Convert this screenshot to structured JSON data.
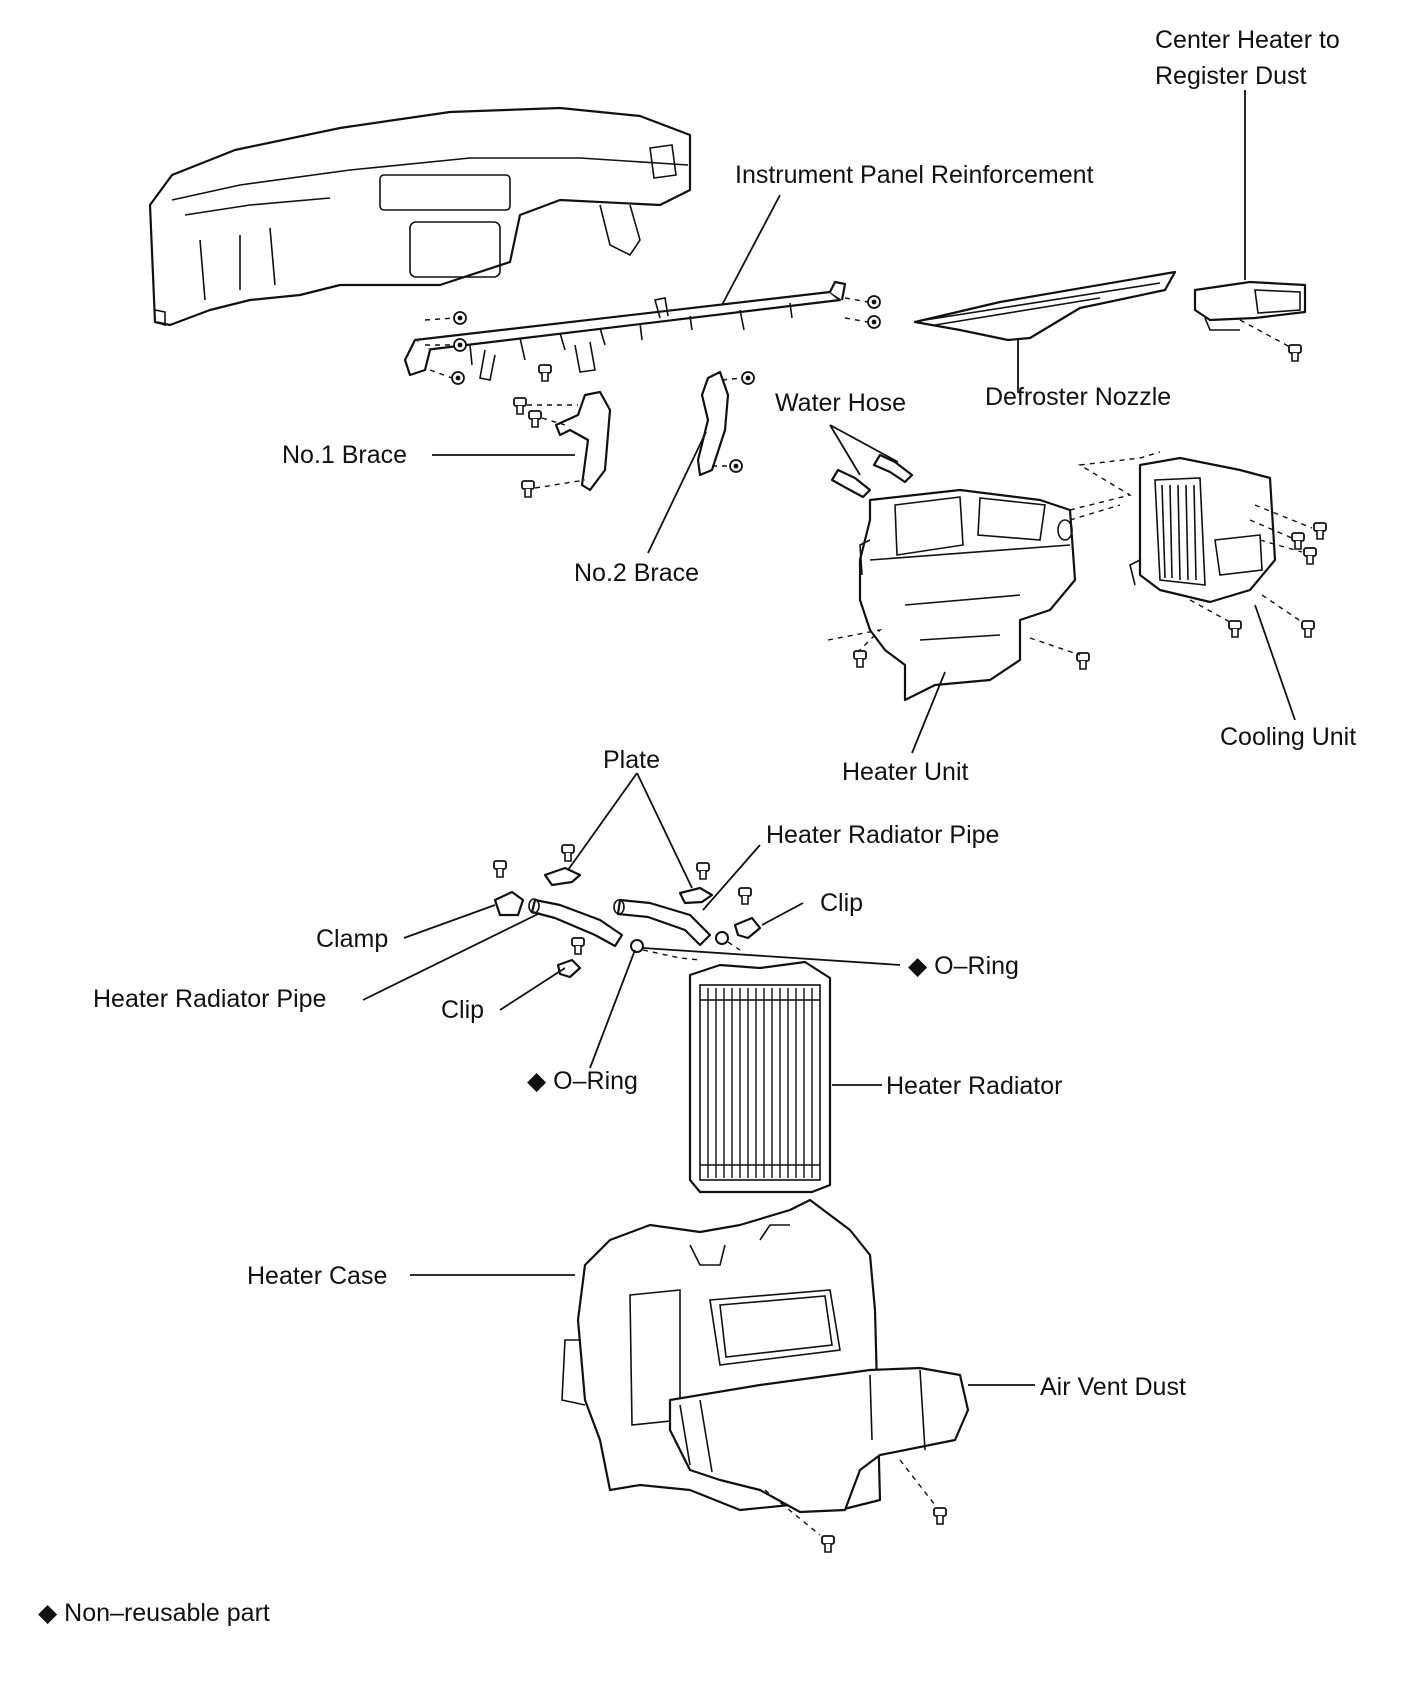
{
  "labels": {
    "center_heater_duct": "Center Heater to Register Dust",
    "instrument_panel_reinforcement": "Instrument Panel Reinforcement",
    "water_hose": "Water Hose",
    "defroster_nozzle": "Defroster Nozzle",
    "no1_brace": "No.1 Brace",
    "no2_brace": "No.2 Brace",
    "heater_unit": "Heater Unit",
    "cooling_unit": "Cooling Unit",
    "plate": "Plate",
    "heater_radiator_pipe_right": "Heater Radiator Pipe",
    "clip_right": "Clip",
    "clamp": "Clamp",
    "o_ring_right": "◆ O–Ring",
    "heater_radiator_pipe_left": "Heater Radiator Pipe",
    "clip_left": "Clip",
    "o_ring_left": "◆ O–Ring",
    "heater_radiator": "Heater Radiator",
    "heater_case": "Heater Case",
    "air_vent_duct": "Air Vent Dust"
  },
  "footnote": "◆ Non–reusable part"
}
